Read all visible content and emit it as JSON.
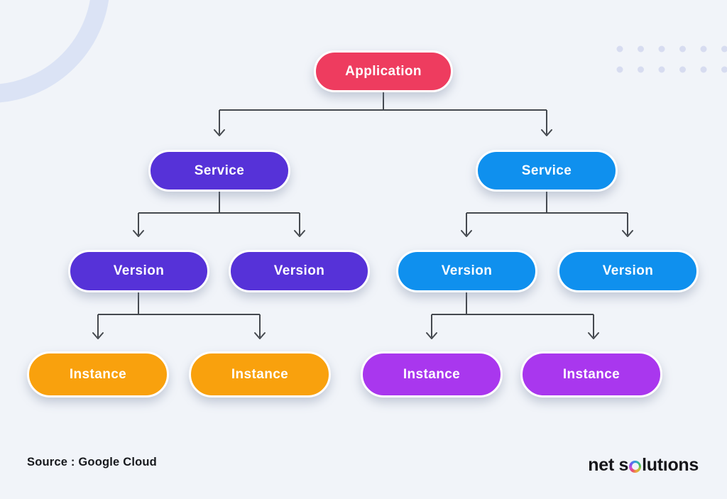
{
  "page": {
    "background": "#f1f4f9"
  },
  "diagram": {
    "title_hierarchy": [
      "Application",
      "Service",
      "Version",
      "Instance"
    ],
    "connector_color": "#45494f",
    "root": {
      "label": "Application",
      "color": "#ee3c5f"
    },
    "services": [
      {
        "label": "Service",
        "color": "#5632d8"
      },
      {
        "label": "Service",
        "color": "#0f90ee"
      }
    ],
    "versions": [
      {
        "label": "Version",
        "color": "#5632d8"
      },
      {
        "label": "Version",
        "color": "#5632d8"
      },
      {
        "label": "Version",
        "color": "#0f90ee"
      },
      {
        "label": "Version",
        "color": "#0f90ee"
      }
    ],
    "instances": [
      {
        "label": "Instance",
        "color": "#f9a10d"
      },
      {
        "label": "Instance",
        "color": "#f9a10d"
      },
      {
        "label": "Instance",
        "color": "#a937ee"
      },
      {
        "label": "Instance",
        "color": "#a937ee"
      }
    ]
  },
  "footer": {
    "source_text": "Source : Google Cloud",
    "logo": {
      "part1": "net s",
      "part2": "lutıons"
    }
  },
  "decor": {
    "ring_color": "#dbe3f5",
    "dot_color": "#d7dcf0"
  }
}
